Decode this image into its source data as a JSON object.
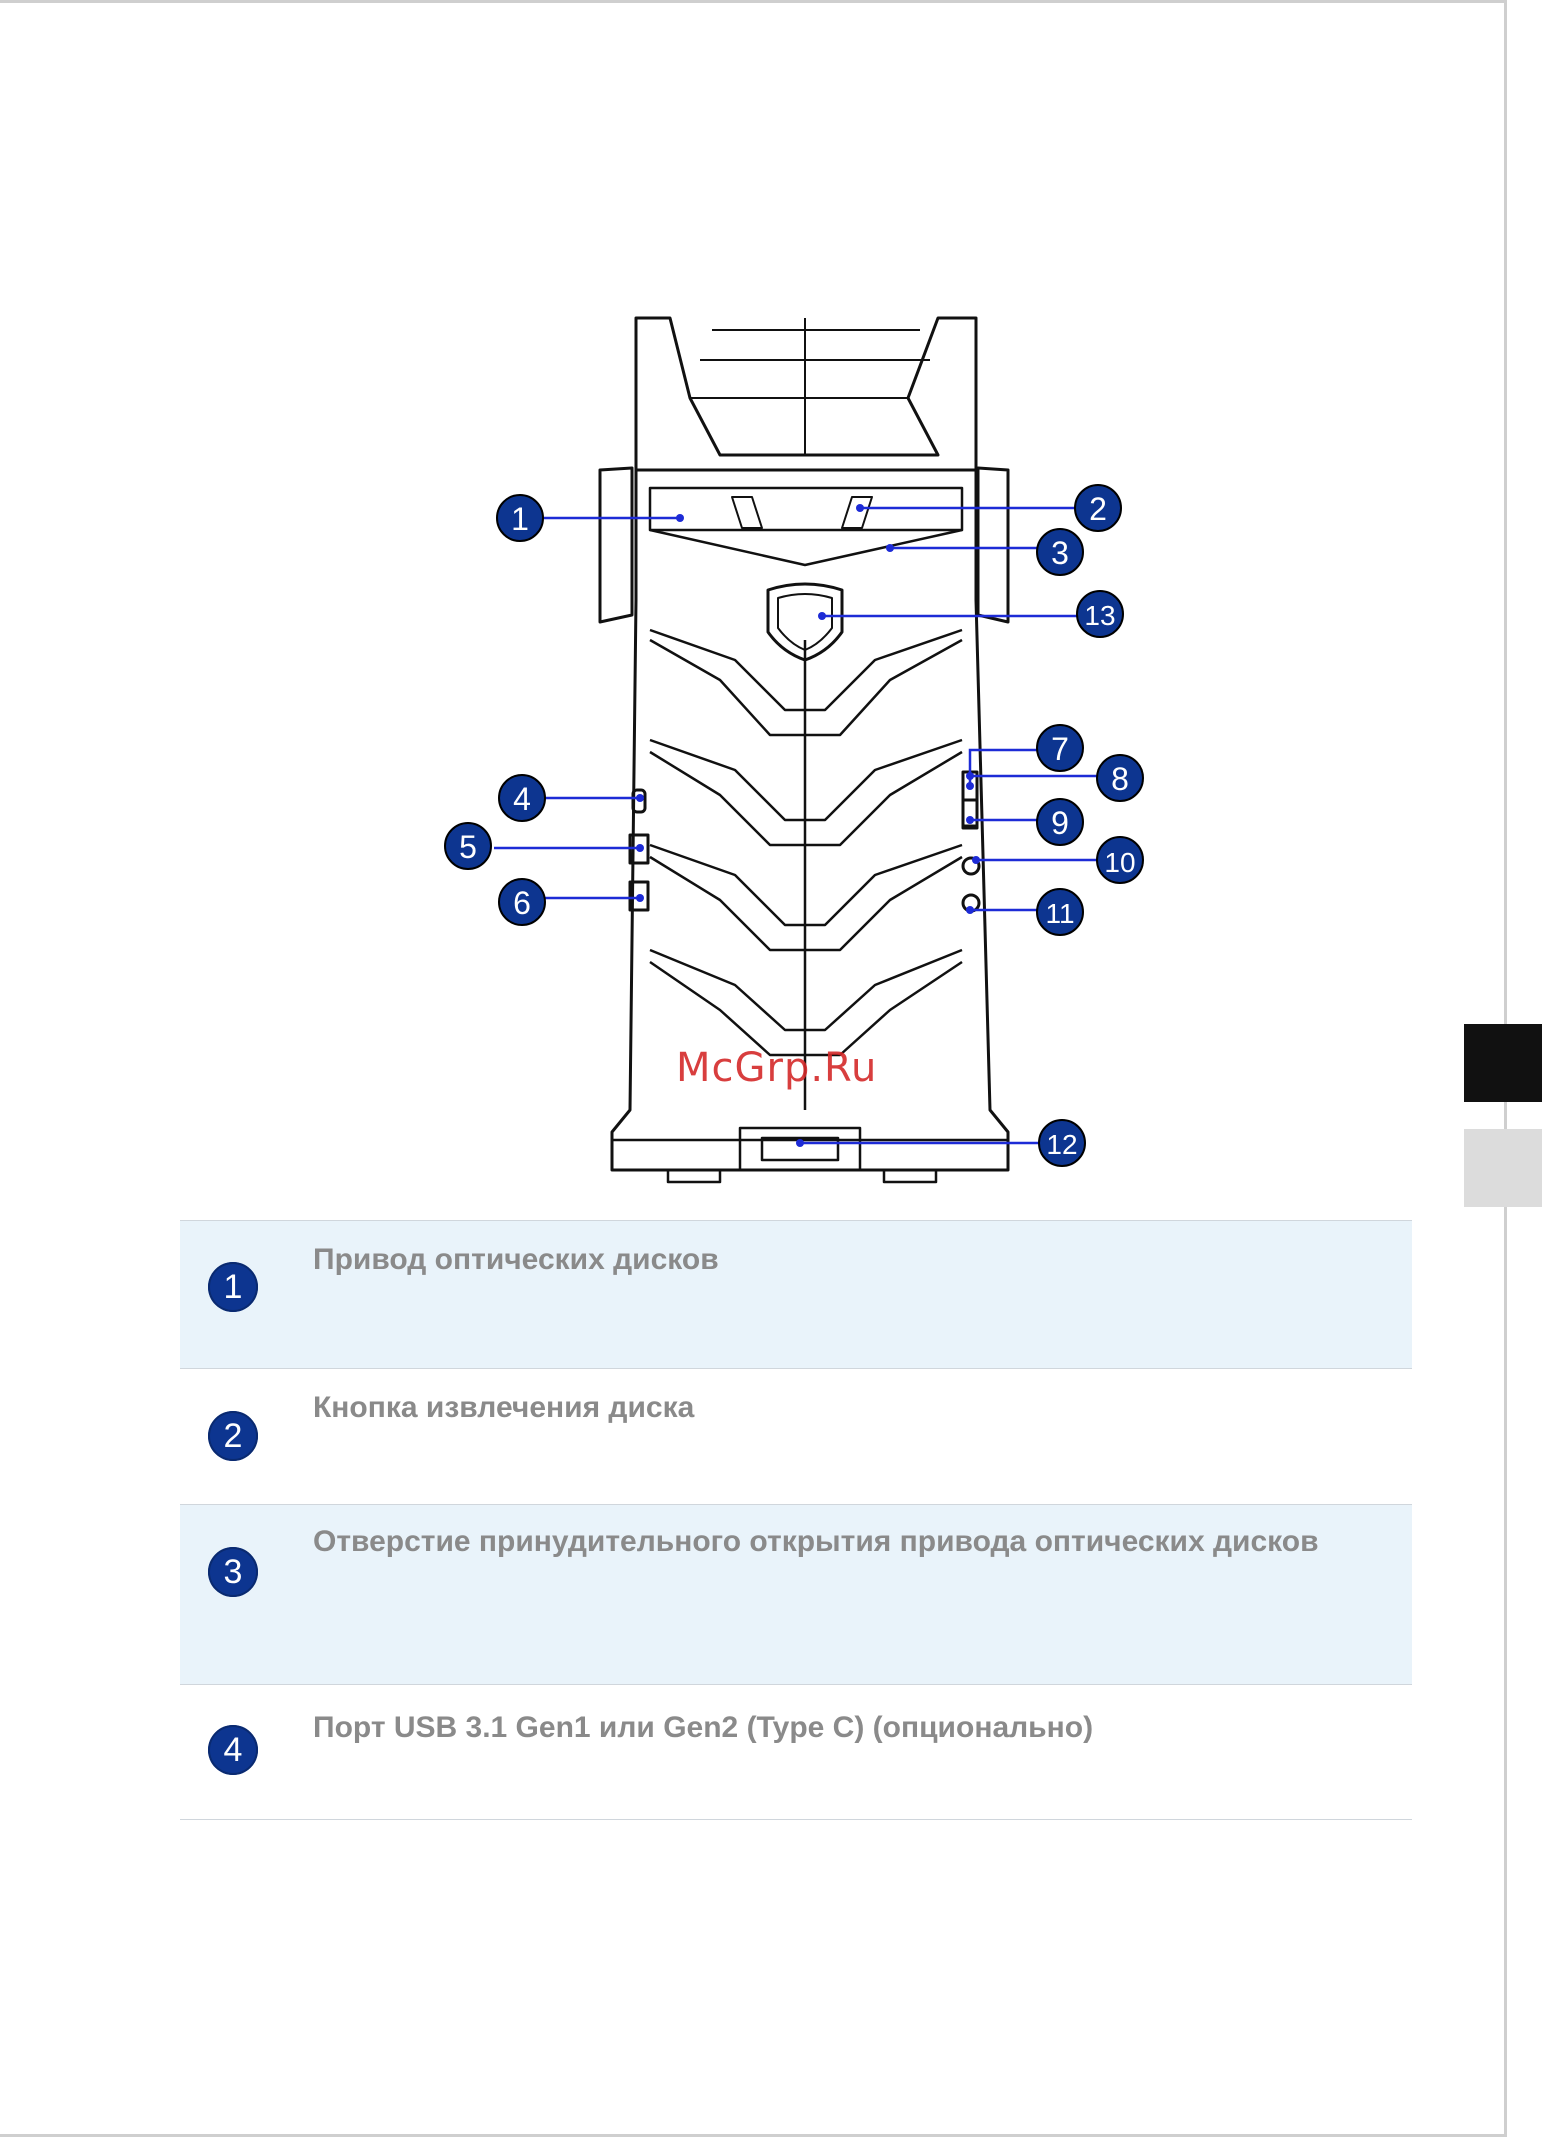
{
  "callouts": [
    "1",
    "2",
    "3",
    "4",
    "5",
    "6",
    "7",
    "8",
    "9",
    "10",
    "11",
    "12",
    "13"
  ],
  "watermark": "McGrp.Ru",
  "legend": [
    {
      "num": "1",
      "text": "Привод оптических дисков"
    },
    {
      "num": "2",
      "text": "Кнопка извлечения диска"
    },
    {
      "num": "3",
      "text": "Отверстие принудительного открытия привода оптических дисков"
    },
    {
      "num": "4",
      "text": "Порт USB 3.1 Gen1 или Gen2 (Type C) (опционально)"
    }
  ],
  "colors": {
    "accent": "#0d3590",
    "row_shade": "#e9f3fa",
    "text": "#8a8a8a"
  }
}
